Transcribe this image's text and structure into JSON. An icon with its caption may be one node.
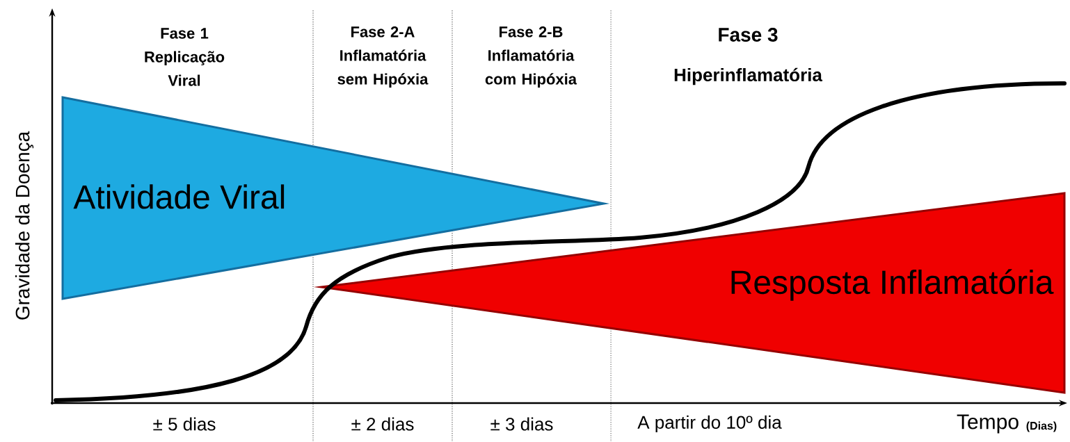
{
  "diagram": {
    "nodes": [
      {
        "text": [
          "Atividade Viral"
        ]
      },
      {
        "text": [
          "Resposta Inflamatória"
        ]
      }
    ],
    "edges": [],
    "labels": [
      "Fase 1 Replicação Viral",
      "Fase 2-A Inflamatória sem Hipóxia",
      "Fase 2-B Inflamatória com Hipóxia",
      "Fase 3",
      "Hiperinflamatória",
      "Gravidade da Doença",
      "± 5 dias",
      "± 2 dias",
      "± 3 dias",
      "A partir do 10º dia",
      "Tempo",
      "(Dias)"
    ]
  }
}
